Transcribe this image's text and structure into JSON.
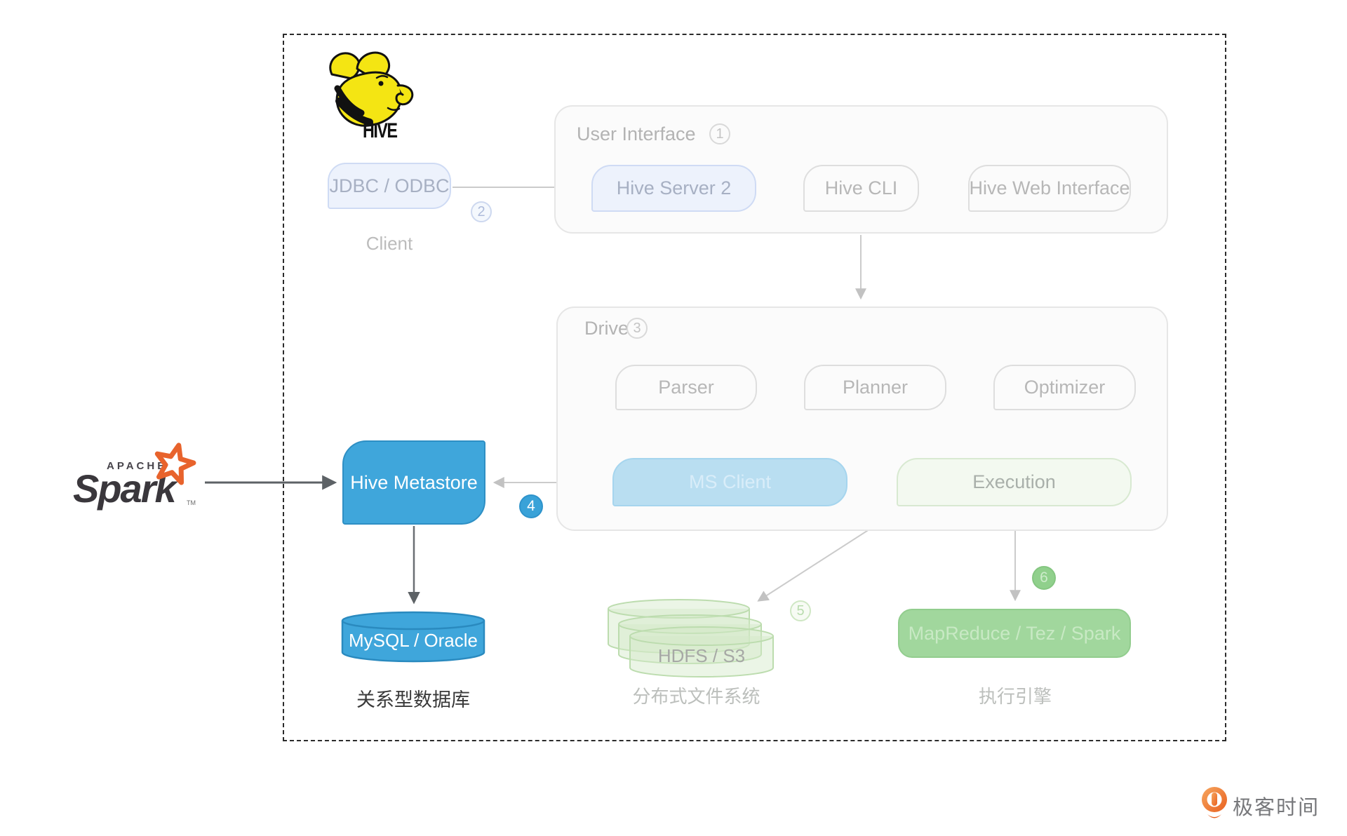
{
  "hive_logo": {
    "label": "HIVE"
  },
  "client_group": {
    "jdbc_box": "JDBC / ODBC",
    "caption": "Client",
    "step": "2"
  },
  "user_interface": {
    "title": "User Interface",
    "step": "1",
    "boxes": [
      "Hive Server 2",
      "Hive CLI",
      "Hive Web Interface"
    ]
  },
  "driver": {
    "title": "Driver",
    "step": "3",
    "boxes": [
      "Parser",
      "Planner",
      "Optimizer"
    ],
    "ms_client": "MS Client",
    "execution": "Execution"
  },
  "metastore": {
    "label": "Hive Metastore",
    "step": "4"
  },
  "spark": {
    "apache": "APACHE",
    "name": "Spark",
    "tm": "TM"
  },
  "storage": {
    "mysql": "MySQL / Oracle",
    "caption": "关系型数据库"
  },
  "hdfs": {
    "label": "HDFS / S3",
    "step": "5",
    "caption": "分布式文件系统"
  },
  "engine": {
    "label": "MapReduce / Tez / Spark",
    "step": "6",
    "caption": "执行引擎"
  },
  "footer": {
    "brand": "极客时间"
  },
  "colors": {
    "metastore_blue": "#3fa6db",
    "light_blue_box": "#edf2fc",
    "ms_client_blue": "#b9def1",
    "engine_green": "#a1d79d",
    "execution_green": "#f3f9f0",
    "spark_orange": "#e8632c",
    "geektime_orange": "#ee7134",
    "gray_text": "#b3b3b3",
    "dark_text": "#3a3a3a"
  }
}
